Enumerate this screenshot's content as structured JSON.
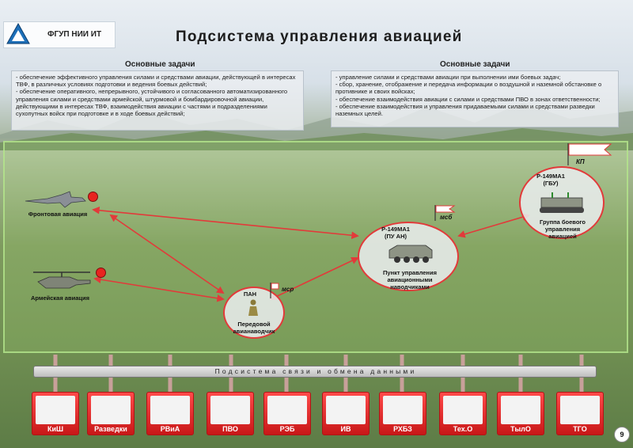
{
  "header": {
    "org": "ФГУП НИИ ИТ",
    "title": "Подсистема управления авиацией"
  },
  "tasks": {
    "left": {
      "heading": "Основные задачи",
      "lines": [
        "- обеспечение эффективного управления силами и средствами авиации, действующей в интересах ТВФ, в различных условиях подготовки и ведения боевых действий;",
        "- обеспечение оперативного, непрерывного, устойчивого и согласованного автоматизированного управления силами и средствами армейской, штурмовой и бомбардировочной авиации, действующими в интересах ТВФ, взаимодействия авиации с частями и подразделениями сухопутных войск при подготовке и в ходе боевых действий;"
      ]
    },
    "right": {
      "heading": "Основные задачи",
      "lines": [
        "- управление силами и средствами авиации при выполнении ими боевых задач;",
        "- сбор, хранение, отображение и передача информации о воздушной и наземной обстановке о противнике и своих войсках;",
        "- обеспечение взаимодействия авиации с силами и средствами ПВО в зонах ответственности;",
        "- обеспечение взаимодействия и управления придаваемыми силами и средствами разведки наземных целей."
      ]
    }
  },
  "diagram": {
    "frontline_aviation": "Фронтовая авиация",
    "army_aviation": "Армейская авиация",
    "pan_code": "ПАН",
    "pan_label": "Передовой авианаводчик",
    "msr_flag": "мср",
    "pu_an_code1": "Р-149МА1",
    "pu_an_code2": "(ПУ АН)",
    "pu_an_label": "Пункт управления авиационными наводчиками",
    "msb_flag": "мсб",
    "gbu_code1": "Р-149МА1",
    "gbu_code2": "(ГБУ)",
    "gbu_label": "Группа боевого управления авиацией",
    "kp_flag": "КП"
  },
  "bus": {
    "label": "Подсистема связи и обмена данными"
  },
  "units": [
    "КиШ",
    "Разведки",
    "РВиА",
    "ПВО",
    "РЭБ",
    "ИВ",
    "РХБЗ",
    "Тех.О",
    "ТылО",
    "ТГО"
  ],
  "page_number": "9",
  "colors": {
    "accent_red": "#e23a3a",
    "unit_red": "#d41f1f",
    "field_green": "#7e9a5f"
  }
}
